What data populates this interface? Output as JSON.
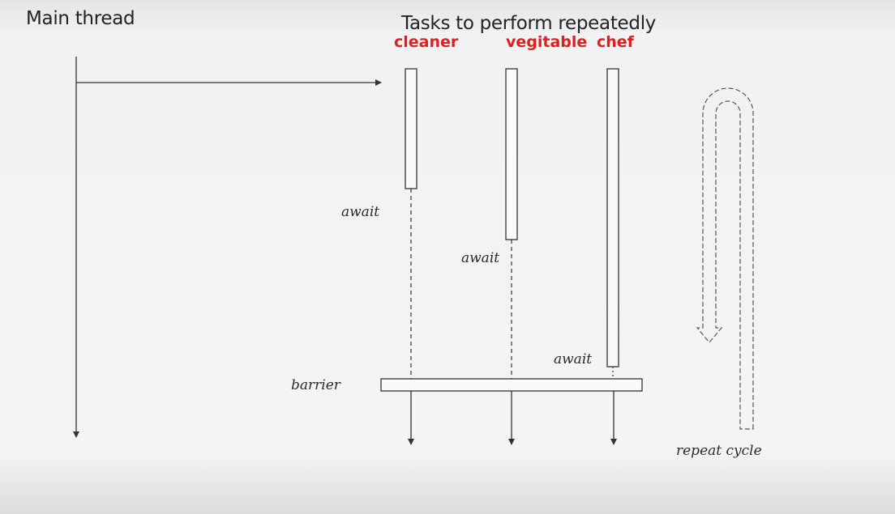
{
  "diagram": {
    "main_thread_label": "Main thread",
    "tasks_title": "Tasks to perform repeatedly",
    "tasks": [
      {
        "name": "cleaner",
        "await_label": "await"
      },
      {
        "name": "vegitable",
        "await_label": "await"
      },
      {
        "name": "chef",
        "await_label": "await"
      }
    ],
    "barrier_label": "barrier",
    "repeat_label": "repeat cycle",
    "colors": {
      "task_name": "#e02020",
      "line": "#333333"
    }
  }
}
